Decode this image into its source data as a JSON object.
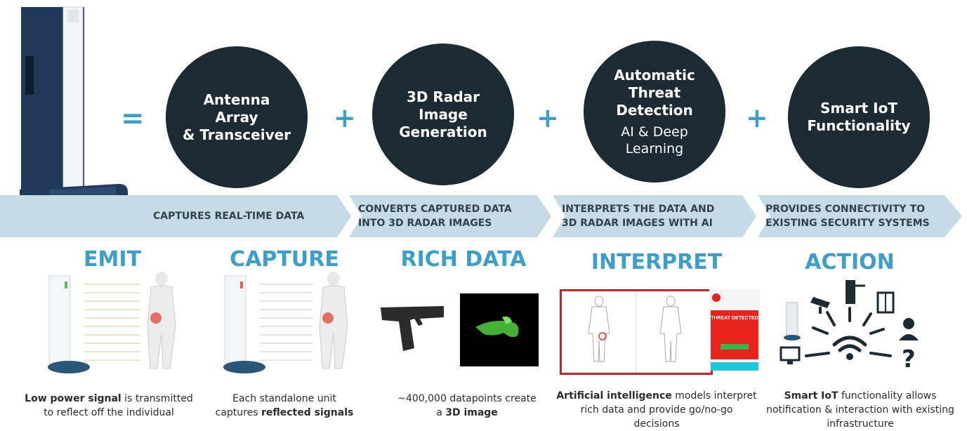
{
  "equation": {
    "equals": "=",
    "plus": "+",
    "circles": [
      {
        "title": "Antenna\nArray\n& Transceiver",
        "subtitle": ""
      },
      {
        "title": "3D Radar\nImage\nGeneration",
        "subtitle": ""
      },
      {
        "title": "Automatic\nThreat\nDetection",
        "subtitle": "AI & Deep\nLearning"
      },
      {
        "title": "Smart IoT\nFunctionality",
        "subtitle": ""
      }
    ]
  },
  "band": {
    "segments": [
      "CAPTURES REAL-TIME DATA",
      "CONVERTS CAPTURED DATA\nINTO 3D RADAR IMAGES",
      "INTERPRETS THE DATA AND\n3D RADAR IMAGES WITH AI",
      "PROVIDES CONNECTIVITY TO\nEXISTING SECURITY SYSTEMS"
    ],
    "colors": {
      "band": "#c5dbe6",
      "text": "#33414a"
    }
  },
  "steps": [
    {
      "heading": "EMIT",
      "bold1": "Low power signal",
      "rest1": " is transmitted",
      "line2": "to reflect off the individual",
      "bold2": ""
    },
    {
      "heading": "CAPTURE",
      "bold1": "",
      "rest1": "Each standalone unit",
      "line2": "captures ",
      "bold2": "reflected signals"
    },
    {
      "heading": "RICH DATA",
      "bold1": "",
      "rest1": "~400,000 datapoints create",
      "line2": "a ",
      "bold2": "3D image"
    },
    {
      "heading": "INTERPRET",
      "bold1": "Artificial intelligence",
      "rest1": " models interpret",
      "line2": "rich data and provide go/no-go",
      "line3": "decisions",
      "bold2": ""
    },
    {
      "heading": "ACTION",
      "bold1": "Smart IoT",
      "rest1": " functionality allows",
      "line2": "notification & interaction with existing",
      "line3": "infrastructure",
      "bold2": ""
    }
  ],
  "screen": {
    "alert": "THREAT DETECTED"
  },
  "colors": {
    "accent": "#3d9ec9",
    "circle": "#1b2a33",
    "alert": "#e8231c",
    "pillar": "#1f3a5a"
  }
}
